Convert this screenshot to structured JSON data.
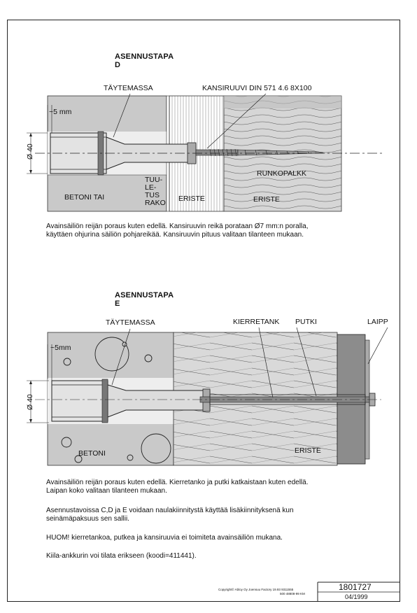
{
  "section_d": {
    "heading_line1": "ASENNUSTAPA",
    "heading_line2": "D",
    "label_filler": "TÄYTEMASSA",
    "label_screw": "KANSIRUUVI DIN 571 4.6 8X100",
    "label_5mm": "~5 mm",
    "label_dia": "Ø 40",
    "label_beam": "RUNKOPALKK",
    "label_concrete": "BETONI TAI",
    "label_gap_1": "TUU-",
    "label_gap_2": "LE-",
    "label_gap_3": "TUS",
    "label_gap_4": "RAKO",
    "label_insulation_1": "ERISTE",
    "label_insulation_2": "ERISTE",
    "note_line1": "Avainsäiliön reijän poraus kuten edellä. Kansiruuvin reikä porataan Ø7 mm:n poralla,",
    "note_line2": "käyttäen ohjurina säiliön pohjareikää. Kansiruuvin pituus valitaan tilanteen mukaan."
  },
  "section_e": {
    "heading_line1": "ASENNUSTAPA",
    "heading_line2": "E",
    "label_filler": "TÄYTEMASSA",
    "label_rod": "KIERRETANK",
    "label_pipe": "PUTKI",
    "label_flange": "LAIPP",
    "label_5mm": "~5mm",
    "label_dia": "Ø 40",
    "label_concrete": "BETONI",
    "label_insulation": "ERISTE",
    "note_line1": "Avainsäiliön reijän poraus kuten edellä. Kierretanko ja putki katkaistaan kuten edellä.",
    "note_line2": "Laipan koko valitaan tilanteen mukaan."
  },
  "notes": {
    "p1_line1": "Asennustavoissa C,D ja E voidaan naulakiinnitystä käyttää lisäkiinnityksenä kun",
    "p1_line2": "seinämäpaksuus sen sallii.",
    "p2": "HUOM! kierretankoa, putkea ja kansiruuvia ei toimiteta avainsäiliön mukana.",
    "p3": "Kiila-ankkurin voi tilata erikseen (koodi=411441)."
  },
  "footer": {
    "copyright_line1": "Copyright© Abloy Oy Joensuu Factory 19.93  9311555",
    "copyright_line2": "500 48808-99 KM",
    "doc_number": "1801727",
    "doc_date": "04/1999"
  }
}
